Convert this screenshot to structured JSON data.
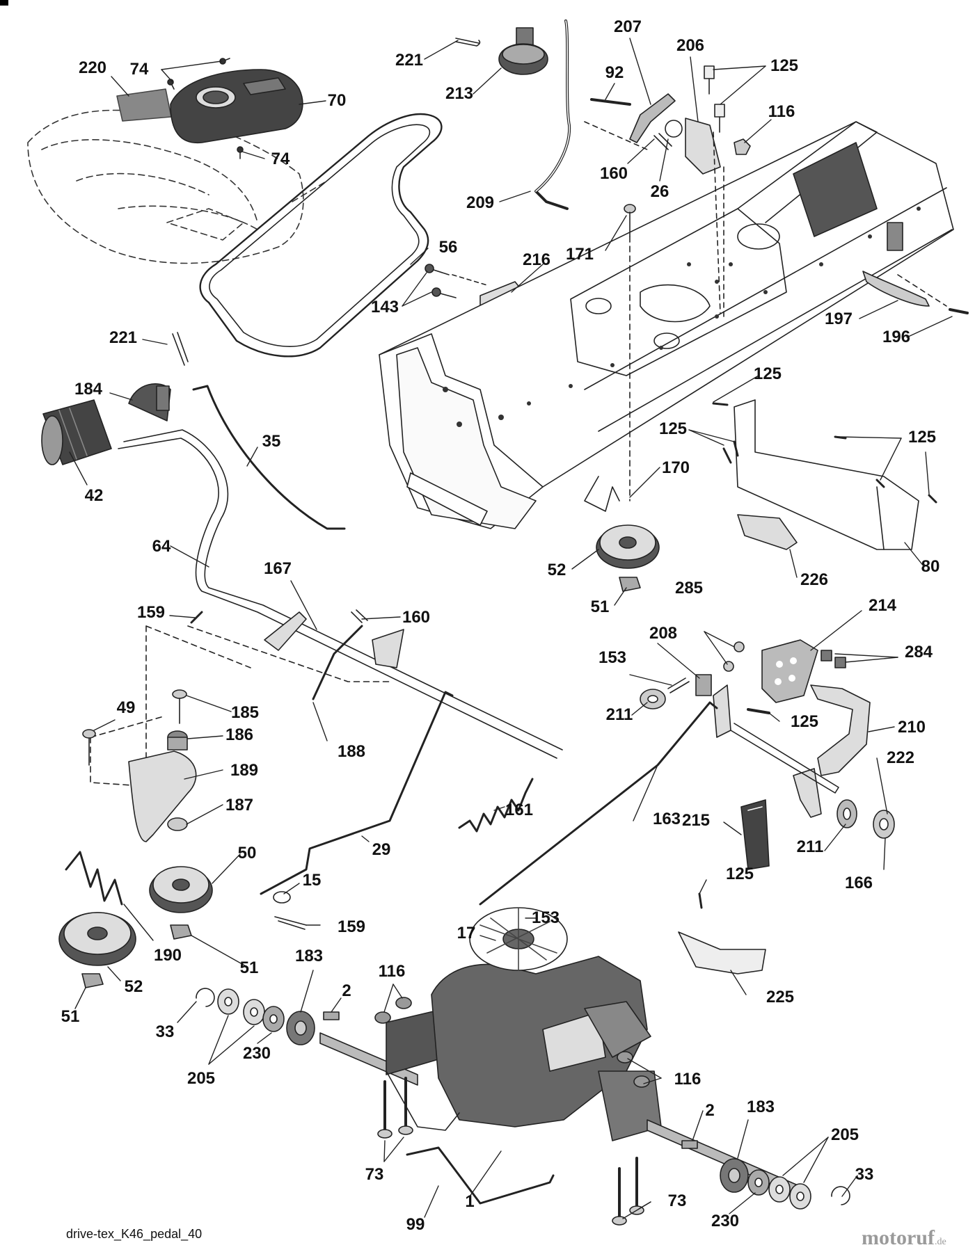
{
  "diagram": {
    "caption": "drive-tex_K46_pedal_40",
    "watermark": "motoruf",
    "watermark_suffix": ".de",
    "callouts": [
      "220",
      "74",
      "74",
      "70",
      "74",
      "221",
      "213",
      "207",
      "206",
      "125",
      "92",
      "116",
      "160",
      "26",
      "209",
      "56",
      "216",
      "171",
      "143",
      "197",
      "196",
      "221",
      "184",
      "35",
      "42",
      "125",
      "125",
      "125",
      "170",
      "80",
      "64",
      "167",
      "160",
      "159",
      "52",
      "226",
      "51",
      "285",
      "214",
      "208",
      "153",
      "284",
      "49",
      "185",
      "186",
      "188",
      "189",
      "211",
      "125",
      "210",
      "222",
      "187",
      "161",
      "215",
      "163",
      "50",
      "29",
      "211",
      "166",
      "15",
      "125",
      "190",
      "159",
      "153",
      "17",
      "51",
      "52",
      "183",
      "116",
      "2",
      "225",
      "51",
      "33",
      "205",
      "230",
      "116",
      "2",
      "183",
      "205",
      "1",
      "33",
      "73",
      "99",
      "73",
      "230"
    ]
  }
}
